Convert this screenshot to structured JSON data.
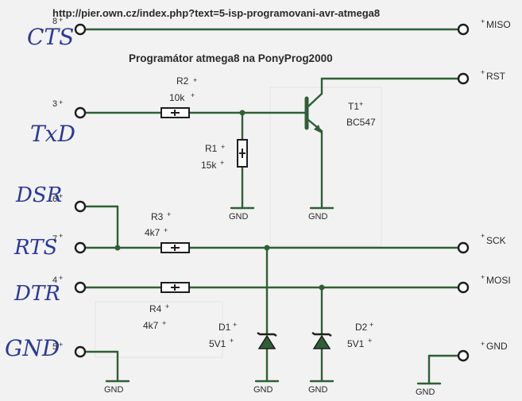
{
  "header": {
    "url": "http://pier.own.cz/index.php?text=5-isp-programovani-avr-atmega8",
    "title": "Programátor atmega8 na PonyProg2000"
  },
  "left_pins": [
    {
      "hand_label": "CTS",
      "pin": "8"
    },
    {
      "hand_label": "TxD",
      "pin": "3"
    },
    {
      "hand_label": "DSR",
      "pin": "6"
    },
    {
      "hand_label": "RTS",
      "pin": "7"
    },
    {
      "hand_label": "DTR",
      "pin": "4"
    },
    {
      "hand_label": "GND",
      "pin": "5"
    }
  ],
  "right_pins": {
    "miso": "MISO",
    "rst": "RST",
    "sck": "SCK",
    "mosi": "MOSI",
    "gnd": "GND"
  },
  "components": {
    "r2": {
      "name": "R2",
      "value": "10k"
    },
    "r1": {
      "name": "R1",
      "value": "15k"
    },
    "r3": {
      "name": "R3",
      "value": "4k7"
    },
    "r4": {
      "name": "R4",
      "value": "4k7"
    },
    "t1": {
      "name": "T1",
      "value": "BC547"
    },
    "d1": {
      "name": "D1",
      "value": "5V1"
    },
    "d2": {
      "name": "D2",
      "value": "5V1"
    }
  },
  "ground_label": "GND",
  "marker": "+"
}
